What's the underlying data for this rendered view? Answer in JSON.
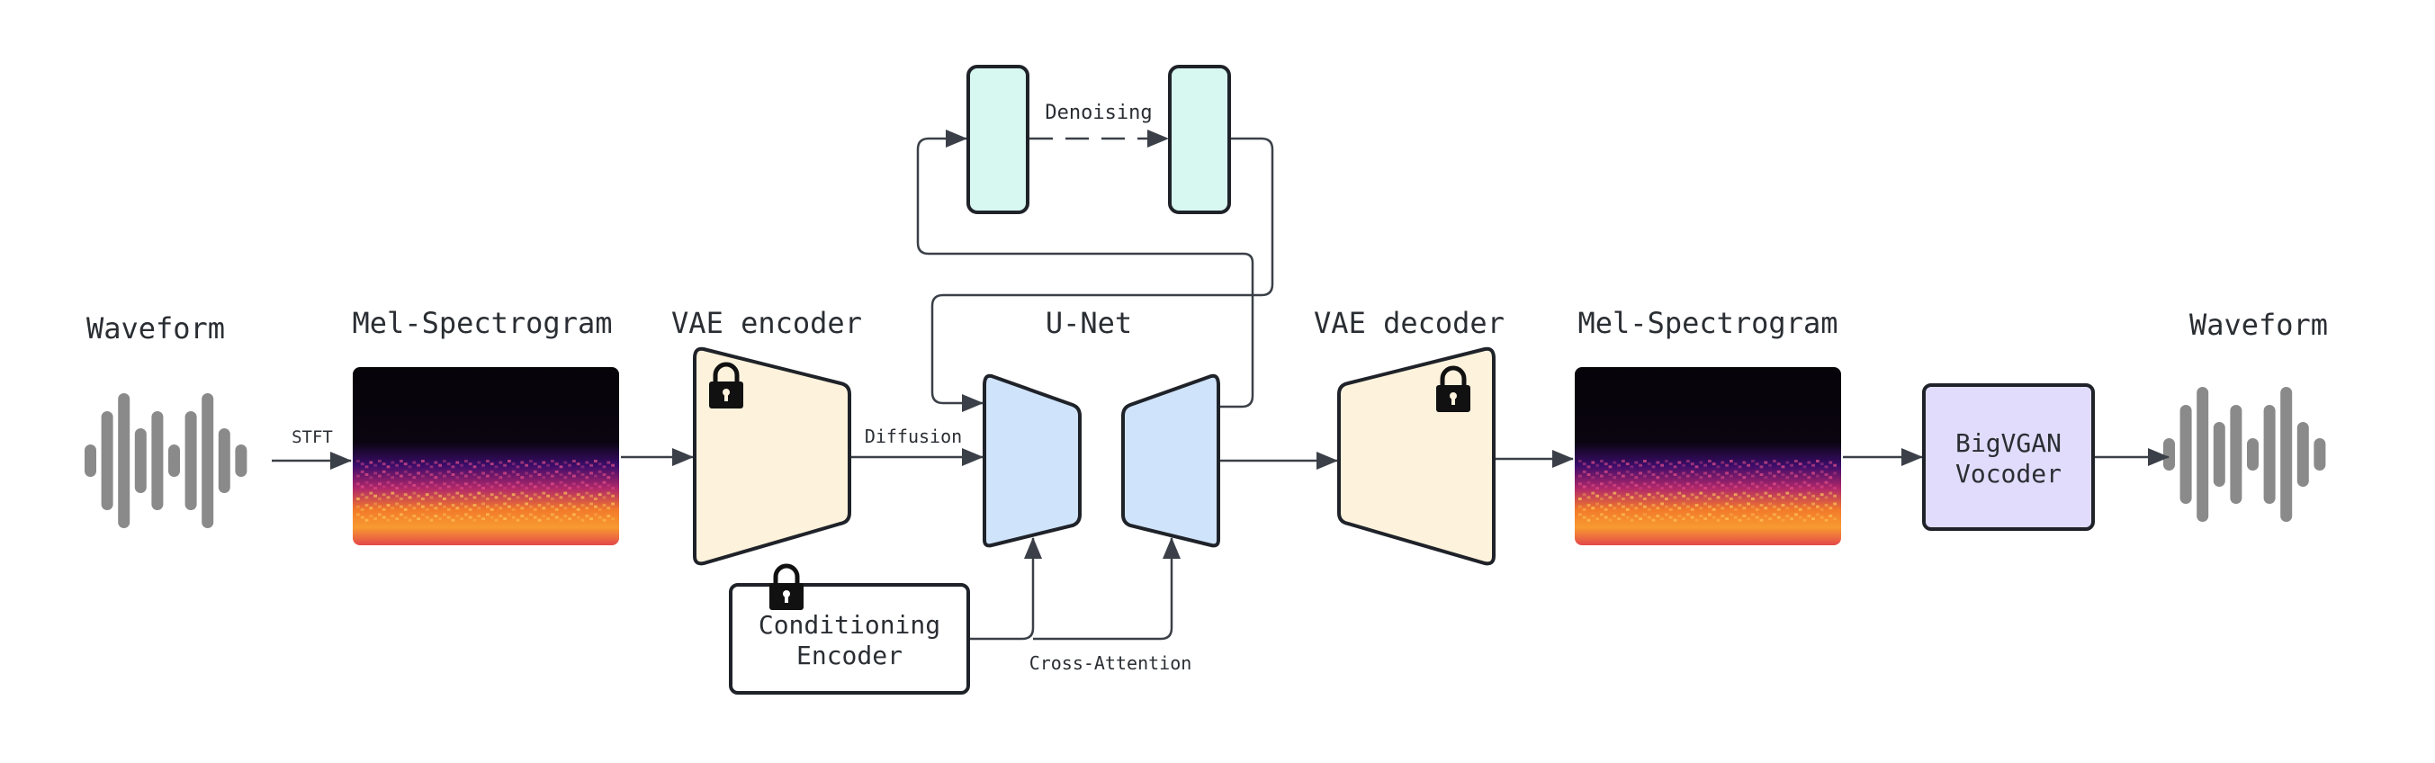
{
  "titles": {
    "waveform_in": "Waveform",
    "mel_in": "Mel-Spectrogram",
    "vae_encoder": "VAE encoder",
    "unet": "U-Net",
    "vae_decoder": "VAE decoder",
    "mel_out": "Mel-Spectrogram",
    "waveform_out": "Waveform"
  },
  "boxes": {
    "vocoder_line1": "BigVGAN",
    "vocoder_line2": "Vocoder",
    "conditioning_line1": "Conditioning",
    "conditioning_line2": "Encoder"
  },
  "edge_labels": {
    "stft": "STFT",
    "diffusion": "Diffusion",
    "denoising": "Denoising",
    "cross_attention": "Cross-Attention"
  },
  "colors": {
    "stroke": "#1f2329",
    "arrow": "#3b4048",
    "waveform": "#8a8a8a",
    "vae_fill": "#fdf2dc",
    "unet_fill": "#cfe3fb",
    "denoise_fill": "#d7f8f1",
    "vocoder_fill": "#e1dcfb",
    "conditioning_fill": "#ffffff",
    "spectrogram_bg": "#060309"
  }
}
